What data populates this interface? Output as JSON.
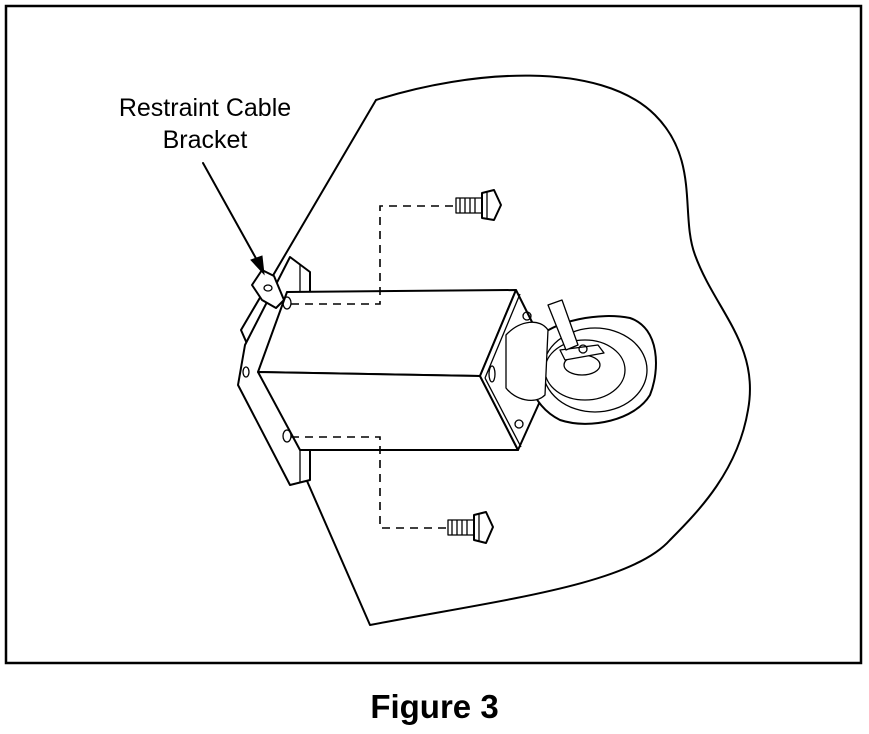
{
  "figure": {
    "callout_label_line1": "Restraint Cable",
    "callout_label_line2": "Bracket",
    "caption": "Figure 3"
  }
}
